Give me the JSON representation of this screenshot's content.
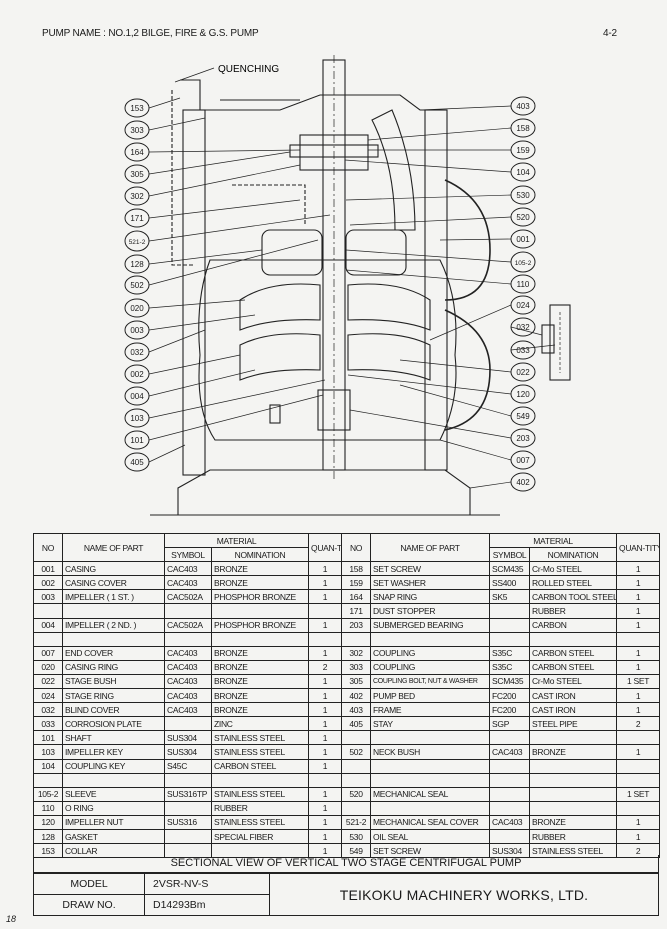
{
  "header": {
    "pump_name": "PUMP NAME : NO.1,2 BILGE, FIRE & G.S. PUMP",
    "page": "4-2"
  },
  "drawing": {
    "quench_label": "QUENCHING",
    "left_callouts": [
      "153",
      "303",
      "164",
      "305",
      "302",
      "171",
      "521-2",
      "128",
      "502",
      "020",
      "003",
      "032",
      "002",
      "004",
      "103",
      "101",
      "405"
    ],
    "right_callouts": [
      "403",
      "158",
      "159",
      "104",
      "530",
      "520",
      "001",
      "105-2",
      "110",
      "024",
      "032",
      "033",
      "022",
      "120",
      "549",
      "203",
      "007",
      "402"
    ]
  },
  "table": {
    "headers": {
      "no": "NO",
      "name": "NAME OF PART",
      "material": "MATERIAL",
      "symbol": "SYMBOL",
      "nomination": "NOMINATION",
      "qty": "QUAN-TITY"
    },
    "rows": [
      [
        "001",
        "CASING",
        "CAC403",
        "BRONZE",
        "1",
        "158",
        "SET SCREW",
        "SCM435",
        "Cr-Mo STEEL",
        "1"
      ],
      [
        "002",
        "CASING COVER",
        "CAC403",
        "BRONZE",
        "1",
        "159",
        "SET WASHER",
        "SS400",
        "ROLLED STEEL",
        "1"
      ],
      [
        "003",
        "IMPELLER   ( 1 ST. )",
        "CAC502A",
        "PHOSPHOR BRONZE",
        "1",
        "164",
        "SNAP RING",
        "SK5",
        "CARBON TOOL STEEL",
        "1"
      ],
      [
        "",
        "",
        "",
        "",
        "",
        "171",
        "DUST STOPPER",
        "",
        "RUBBER",
        "1"
      ],
      [
        "004",
        "IMPELLER   ( 2 ND. )",
        "CAC502A",
        "PHOSPHOR BRONZE",
        "1",
        "203",
        "SUBMERGED BEARING",
        "",
        "CARBON",
        "1"
      ],
      [
        "",
        "",
        "",
        "",
        "",
        "",
        "",
        "",
        "",
        ""
      ],
      [
        "007",
        "END COVER",
        "CAC403",
        "BRONZE",
        "1",
        "302",
        "COUPLING",
        "S35C",
        "CARBON STEEL",
        "1"
      ],
      [
        "020",
        "CASING RING",
        "CAC403",
        "BRONZE",
        "2",
        "303",
        "COUPLING",
        "S35C",
        "CARBON STEEL",
        "1"
      ],
      [
        "022",
        "STAGE BUSH",
        "CAC403",
        "BRONZE",
        "1",
        "305",
        "COUPLING BOLT,  NUT & WASHER",
        "SCM435",
        "Cr-Mo STEEL",
        "1 SET"
      ],
      [
        "024",
        "STAGE RING",
        "CAC403",
        "BRONZE",
        "1",
        "402",
        "PUMP BED",
        "FC200",
        "CAST IRON",
        "1"
      ],
      [
        "032",
        "BLIND COVER",
        "CAC403",
        "BRONZE",
        "1",
        "403",
        "FRAME",
        "FC200",
        "CAST IRON",
        "1"
      ],
      [
        "033",
        "CORROSION PLATE",
        "",
        "ZINC",
        "1",
        "405",
        "STAY",
        "SGP",
        "STEEL PIPE",
        "2"
      ],
      [
        "101",
        "SHAFT",
        "SUS304",
        "STAINLESS STEEL",
        "1",
        "",
        "",
        "",
        "",
        ""
      ],
      [
        "103",
        "IMPELLER KEY",
        "SUS304",
        "STAINLESS STEEL",
        "1",
        "502",
        "NECK BUSH",
        "CAC403",
        "BRONZE",
        "1"
      ],
      [
        "104",
        "COUPLING KEY",
        "S45C",
        "CARBON STEEL",
        "1",
        "",
        "",
        "",
        "",
        ""
      ],
      [
        "",
        "",
        "",
        "",
        "",
        "",
        "",
        "",
        "",
        ""
      ],
      [
        "105-2",
        "SLEEVE",
        "SUS316TP",
        "STAINLESS STEEL",
        "1",
        "520",
        "MECHANICAL SEAL",
        "",
        "",
        "1 SET"
      ],
      [
        "110",
        "O RING",
        "",
        "RUBBER",
        "1",
        "",
        "",
        "",
        "",
        ""
      ],
      [
        "120",
        "IMPELLER NUT",
        "SUS316",
        "STAINLESS STEEL",
        "1",
        "521-2",
        "MECHANICAL SEAL COVER",
        "CAC403",
        "BRONZE",
        "1"
      ],
      [
        "128",
        "GASKET",
        "",
        "SPECIAL FIBER",
        "1",
        "530",
        "OIL SEAL",
        "",
        "RUBBER",
        "1"
      ],
      [
        "153",
        "COLLAR",
        "",
        "",
        "1",
        "549",
        "SET SCREW",
        "SUS304",
        "STAINLESS STEEL",
        "2"
      ]
    ]
  },
  "caption": "SECTIONAL VIEW OF VERTICAL TWO STAGE CENTRIFUGAL PUMP",
  "footer": {
    "model_label": "MODEL",
    "model": "2VSR-NV-S",
    "draw_label": "DRAW NO.",
    "draw_no": "D14293Bm",
    "company": "TEIKOKU MACHINERY WORKS, LTD."
  },
  "corner_mark": "18"
}
